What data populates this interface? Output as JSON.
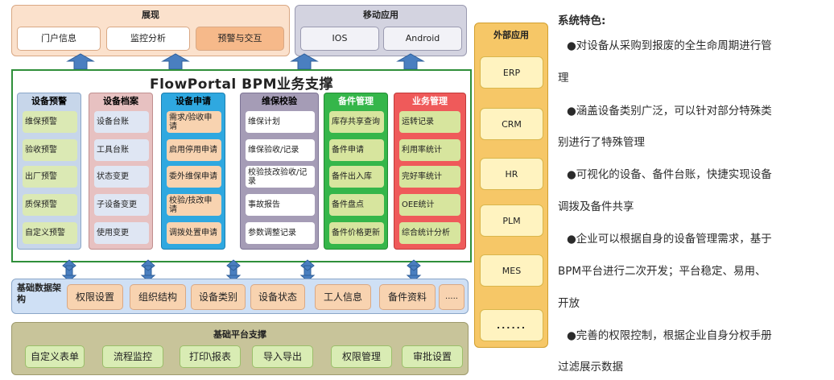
{
  "presentation": {
    "title": "展现",
    "items": [
      "门户信息",
      "监控分析",
      "预警与交互"
    ]
  },
  "mobile": {
    "title": "移动应用",
    "items": [
      "IOS",
      "Android"
    ]
  },
  "bpm": {
    "title": "FlowPortal BPM业务支撑",
    "columns": [
      {
        "title": "设备预警",
        "items": [
          "维保预警",
          "验收预警",
          "出厂预警",
          "质保预警",
          "自定义预警"
        ]
      },
      {
        "title": "设备档案",
        "items": [
          "设备台账",
          "工具台账",
          "状态变更",
          "子设备变更",
          "使用变更"
        ]
      },
      {
        "title": "设备申请",
        "items": [
          "需求/验收申请",
          "启用停用申请",
          "委外维保申请",
          "校验/技改申请",
          "调拨处置申请"
        ]
      },
      {
        "title": "维保校验",
        "items": [
          "维保计划",
          "维保验收/记录",
          "校验技改验收/记录",
          "事故报告",
          "参数调整记录"
        ]
      },
      {
        "title": "备件管理",
        "items": [
          "库存共享查询",
          "备件申请",
          "备件出入库",
          "备件盘点",
          "备件价格更新"
        ]
      },
      {
        "title": "业务管理",
        "items": [
          "运转记录",
          "利用率统计",
          "完好率统计",
          "OEE统计",
          "综合统计分析"
        ]
      }
    ]
  },
  "basic_data": {
    "title": "基础数据架构",
    "items": [
      "权限设置",
      "组织结构",
      "设备类别",
      "设备状态",
      "工人信息",
      "备件资料",
      "....."
    ]
  },
  "platform": {
    "title": "基础平台支撑",
    "items": [
      "自定义表单",
      "流程监控",
      "打印\\报表",
      "导入导出",
      "权限管理",
      "审批设置"
    ]
  },
  "external": {
    "title": "外部应用",
    "items": [
      "ERP",
      "CRM",
      "HR",
      "PLM",
      "MES",
      "......"
    ]
  },
  "features": {
    "title": "系统特色:",
    "lines": [
      "●对设备从采购到报废的全生命周期进行管",
      "理",
      "●涵盖设备类别广泛，可以针对部分特殊类",
      "别进行了特殊管理",
      "●可视化的设备、备件台账，快捷实现设备",
      "调拨及备件共享",
      "●企业可以根据自身的设备管理需求，基于",
      "BPM平台进行二次开发；平台稳定、易用、",
      "开放",
      "●完善的权限控制，根据企业自身分权手册",
      "过滤展示数据"
    ]
  },
  "colors": {
    "presentation_bg": "#fbe1cc",
    "mobile_bg": "#d3d3e0",
    "bpm_border": "#2f8f3a",
    "basic_bg": "#cfe0f5",
    "platform_bg": "#c8c49a",
    "external_bg": "#f6c767",
    "arrow": "#4a7fc0"
  }
}
